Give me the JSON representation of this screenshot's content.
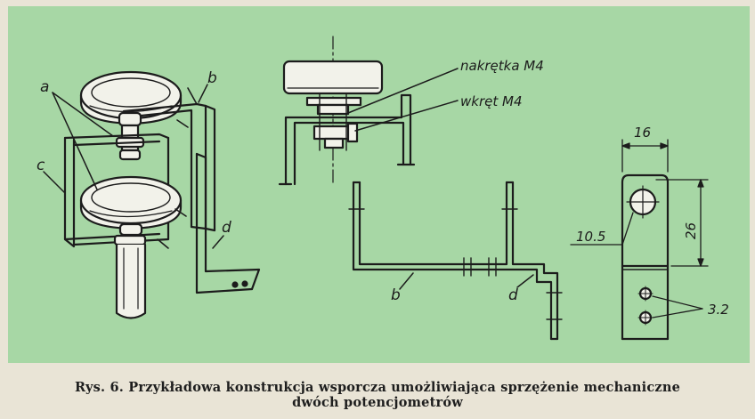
{
  "labels": {
    "a": "a",
    "b_left": "b",
    "c": "c",
    "d_left": "d",
    "nut": "nakrętka M4",
    "screw": "wkręt M4",
    "b_mid": "b",
    "d_mid": "d",
    "dim_width": "16",
    "dim_height": "26",
    "dim_hole": "10.5",
    "dim_small_holes": "3.2"
  },
  "caption": {
    "line1": "Rys. 6. Przykładowa konstrukcja wsporcza umożliwiająca sprzężenie mechaniczne",
    "line2": "dwóch potencjometrów"
  },
  "colors": {
    "background": "#a7d7a5",
    "ink": "#1c1c1c",
    "pot_body": "#f2f2ea"
  }
}
